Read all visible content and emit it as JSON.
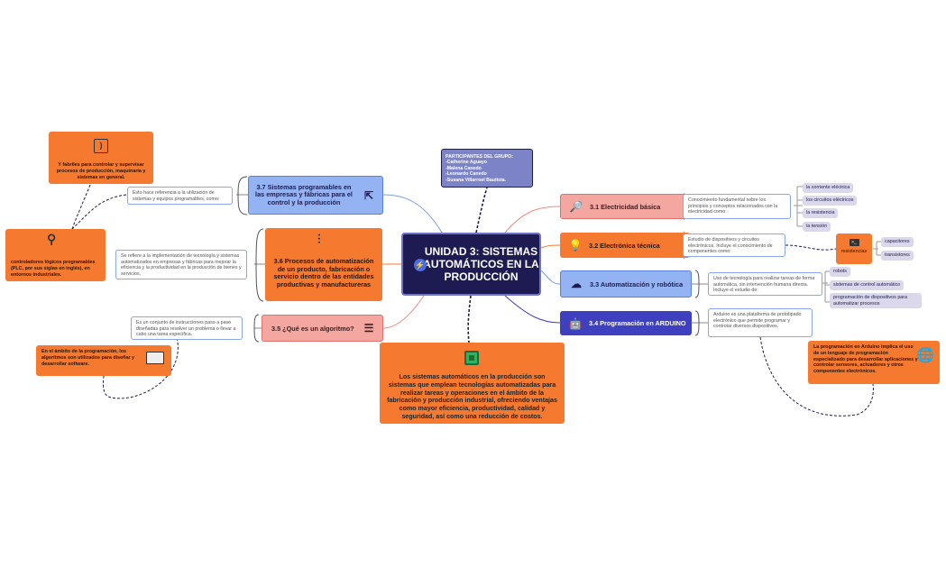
{
  "central": {
    "icon": "bolt-icon",
    "title": "UNIDAD 3: SISTEMAS AUTOMÁTICOS EN LA PRODUCCIÓN"
  },
  "participants": {
    "heading": "PARTICIPANTES DEL GRUPO:",
    "members": [
      "-Catherine Aguayo",
      "-Malena Canedo",
      "-Leonardo Canedo",
      "-Susana Villarroel Bautista."
    ]
  },
  "description": {
    "icon": "chip-icon",
    "text": "Los sistemas automáticos en la producción son sistemas que emplean tecnologías automatizadas para realizar tareas y operaciones en el ámbito de la fabricación y producción industrial, ofreciendo ventajas como mayor eficiencia, productividad, calidad y seguridad, así como una reducción de costos."
  },
  "topics": {
    "t31": {
      "label": "3.1 Electricidad básica",
      "icon": "magnifier-icon",
      "note": "Conocimiento fundamental sobre los principios y conceptos relacionados con la electricidad como:",
      "items": [
        "la corriente eléctrica",
        "los circuitos eléctricos",
        "la resistencia",
        "la tensión"
      ]
    },
    "t32": {
      "label": "3.2 Electrónica técnica",
      "icon": "lightbulb-icon",
      "note": "Estudio de dispositivos y circuitos electrónicos. Incluye el conocimiento de componentes como:",
      "box": "resistencias",
      "box_icon": "terminal-icon",
      "items": [
        "capacitores",
        "transistores"
      ]
    },
    "t33": {
      "label": "3.3 Automatización y robótica",
      "icon": "cloud-icon",
      "note": "Uso de tecnología para realizar tareas de forma automática, sin intervención humana directa. Incluye el estudio de:",
      "items": [
        "robots",
        "sistemas de control automático",
        "programación de dispositivos para automatizar procesos"
      ]
    },
    "t34": {
      "label": "3.4 Programación en ARDUINO",
      "icon": "robot-icon",
      "note": "Arduino es una plataforma de prototipado electrónico que permite programar y controlar diversos dispositivos.",
      "callout": "La programación en Arduino implica el uso de un lenguaje de programación especializado para desarrollar aplicaciones y controlar sensores, actuadores y otros componentes electrónicos.",
      "callout_icon": "globe-icon"
    },
    "t35": {
      "label": "3.5 ¿Qué es un algoritmo?",
      "icon": "server-icon",
      "note": "Es un conjunto de instrucciones paso a paso diseñadas para resolver un problema o llevar a cabo una tarea específica.",
      "callout": "En el ámbito de la programación, los algoritmos son utilizados para diseñar y desarrollar software.",
      "callout_icon": "laptop-icon"
    },
    "t36": {
      "label": "3.6 Procesos de automatización de un producto, fabricación o servicio dentro de las entidades productivas y manufactureras",
      "icon": "sliders-icon",
      "note": "Se refiere a la implementación de tecnología y sistemas automatizados en empresas y fábricas para mejorar la eficiencia y la productividad en la producción de bienes y servicios."
    },
    "t37": {
      "label": "3.7 Sistemas programables en las empresas y fábricas para el control y la producción",
      "icon": "cursor-icon",
      "note": "Esto hace referencia a la utilización de sistemas y equipos programables, como:",
      "callout_a": "Y fabriles para controlar y supervisar procesos de producción, maquinaria y sistemas en general.",
      "callout_a_icon": "rss-icon",
      "callout_b": "controladores lógicos programables (PLC, por sus siglas en inglés), en entornos industriales.",
      "callout_b_icon": "antenna-icon"
    }
  }
}
